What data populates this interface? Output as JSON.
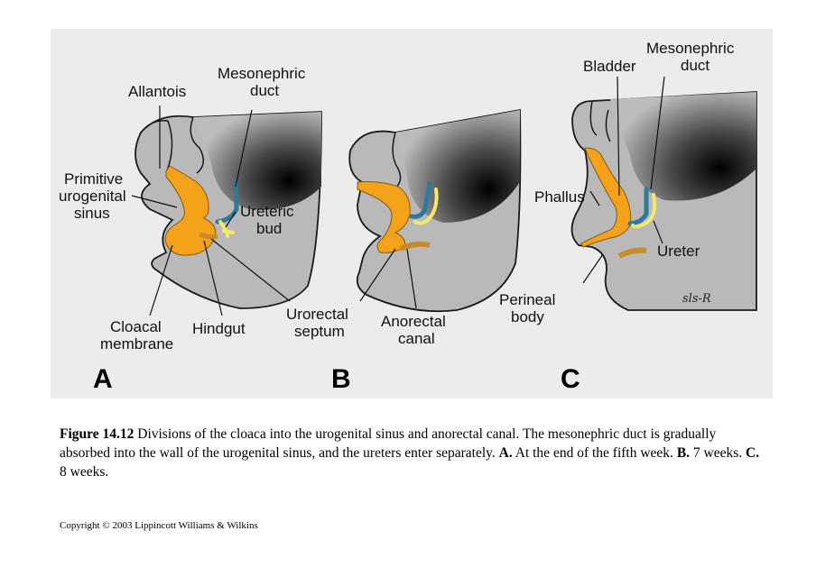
{
  "figure": {
    "panels": {
      "a": {
        "letter": "A",
        "labels": {
          "allantois": "Allantois",
          "mesonephric_duct_1": "Mesonephric",
          "mesonephric_duct_2": "duct",
          "primitive_urogenital_sinus_1": "Primitive",
          "primitive_urogenital_sinus_2": "urogenital",
          "primitive_urogenital_sinus_3": "sinus",
          "ureteric_bud_1": "Ureteric",
          "ureteric_bud_2": "bud",
          "cloacal_membrane_1": "Cloacal",
          "cloacal_membrane_2": "membrane",
          "hindgut": "Hindgut",
          "urorectal_septum_1": "Urorectal",
          "urorectal_septum_2": "septum"
        }
      },
      "b": {
        "letter": "B",
        "labels": {
          "anorectal_canal_1": "Anorectal",
          "anorectal_canal_2": "canal"
        }
      },
      "c": {
        "letter": "C",
        "labels": {
          "bladder": "Bladder",
          "mesonephric_duct_1": "Mesonephric",
          "mesonephric_duct_2": "duct",
          "phallus": "Phallus",
          "ureter": "Ureter",
          "perineal_body_1": "Perineal",
          "perineal_body_2": "body"
        },
        "signature": "sls-R"
      }
    },
    "colors": {
      "background": "#ececec",
      "embryo_gray": "#b9b9b9",
      "outline": "#1a1a1a",
      "cloaca_orange": "#f3a21a",
      "mesonephric_blue": "#2f7a9c",
      "ureteric_yellow": "#f2ea6a",
      "hindgut_brown": "#c98a2a"
    }
  },
  "caption": {
    "figure_number": "Figure 14.12",
    "text": " Divisions of the cloaca into the urogenital sinus and anorectal canal. The mesonephric duct is gradually absorbed into the wall of the urogenital sinus, and the ureters enter separately. ",
    "a_label": "A.",
    "a_text": " At the end of the fifth week. ",
    "b_label": "B.",
    "b_text": " 7 weeks. ",
    "c_label": "C.",
    "c_text": " 8 weeks."
  },
  "copyright": "Copyright © 2003 Lippincott Williams & Wilkins"
}
